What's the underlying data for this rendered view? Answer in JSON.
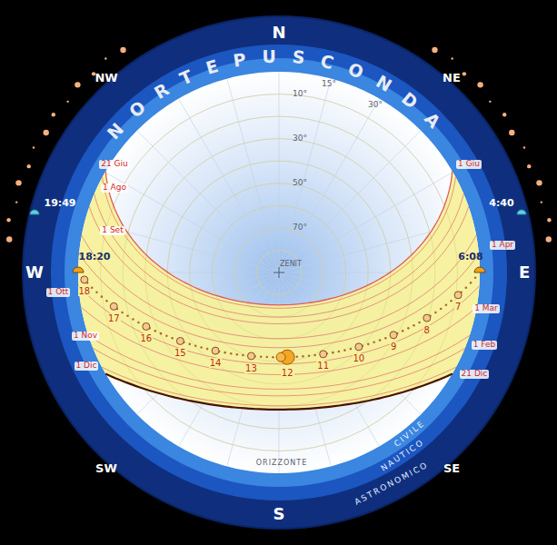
{
  "diagram": {
    "labels": [
      "N",
      "NE",
      "E",
      "SE",
      "S",
      "SW",
      "W",
      "NW",
      "NORTEPUSCONDA",
      "10°",
      "30°",
      "50°",
      "70°",
      "15°",
      "30°",
      "ZENIT",
      "19:49",
      "18:20",
      "6:08",
      "4:40",
      "21 Giu",
      "1 Ago",
      "1 Set",
      "1 Ott",
      "1 Nov",
      "1 Dic",
      "1 Giu",
      "1 Apr",
      "1 Mar",
      "1 Feb",
      "21 Dic",
      "ORIZZONTE",
      "CIVILE",
      "NAUTICO",
      "ASTRONOMICO",
      "18",
      "17",
      "16",
      "15",
      "14",
      "13",
      "12",
      "11",
      "10",
      "9",
      "8",
      "7"
    ]
  }
}
